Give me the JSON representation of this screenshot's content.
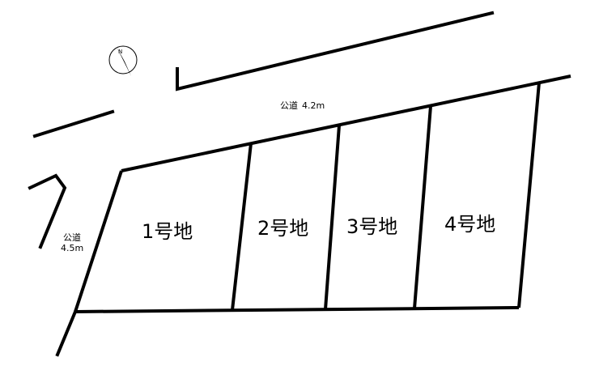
{
  "compass": {
    "north_label": "N",
    "icon": "compass-north-arrow-icon"
  },
  "roads": {
    "north": {
      "name": "公道",
      "width": "4.2m"
    },
    "west": {
      "name": "公道",
      "width": "4.5m"
    }
  },
  "lots": [
    {
      "label": "1号地"
    },
    {
      "label": "2号地"
    },
    {
      "label": "3号地"
    },
    {
      "label": "4号地"
    }
  ],
  "colors": {
    "line": "#000000",
    "background": "#ffffff"
  }
}
